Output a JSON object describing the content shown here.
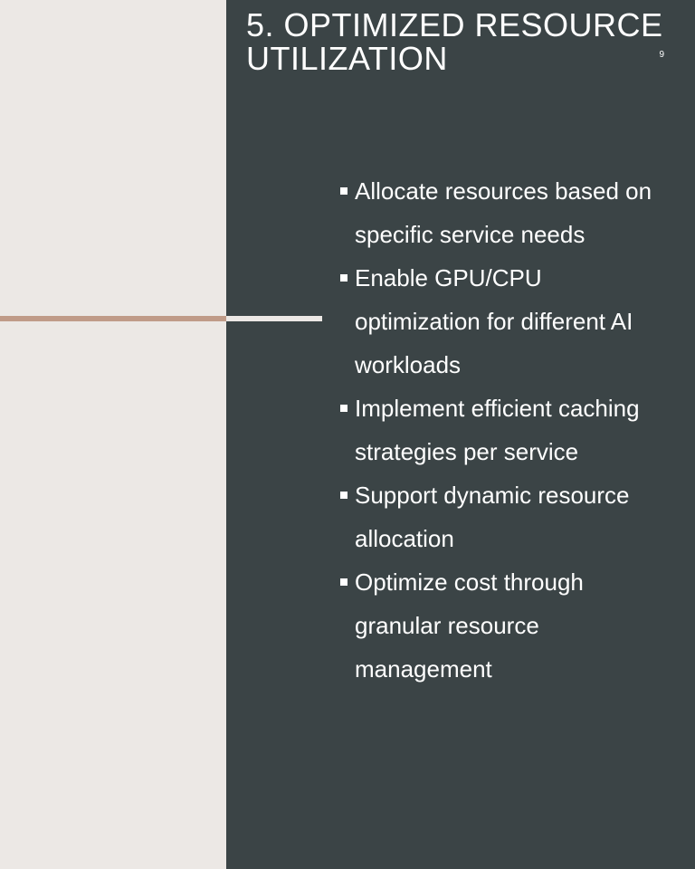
{
  "slide": {
    "title": "5. OPTIMIZED RESOURCE UTILIZATION",
    "slide_number": "9",
    "bullets": [
      "Allocate resources based on specific service needs",
      "Enable GPU/CPU optimization for different AI workloads",
      "Implement efficient caching strategies per service",
      "Support dynamic resource allocation",
      "Optimize cost through granular resource management"
    ],
    "bullet_icon": "square-bullet-icon",
    "colors": {
      "left_background": "#ECE8E5",
      "right_background": "#3B4446",
      "accent_line": "#C09B88",
      "text": "#FFFFFF"
    }
  }
}
